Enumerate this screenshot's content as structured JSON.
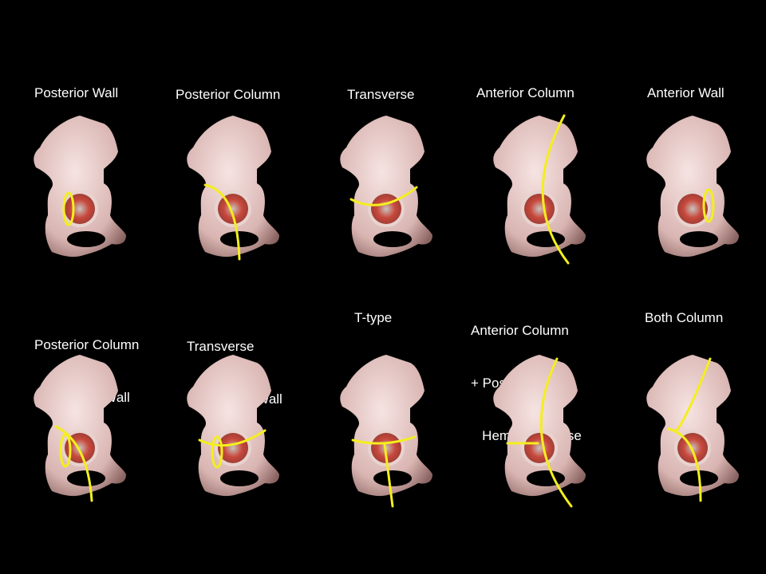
{
  "title_color": "#ffffff",
  "fracture_line_color": "#f4ee1e",
  "panels": [
    {
      "label": "Posterior Wall"
    },
    {
      "label": "Posterior Column"
    },
    {
      "label": "Transverse"
    },
    {
      "label": "Anterior Column"
    },
    {
      "label": "Anterior Wall"
    },
    {
      "label_lines": [
        "Posterior Column",
        "+ Posterior Wall"
      ]
    },
    {
      "label_lines": [
        "Transverse",
        "+ Posterior Wall"
      ]
    },
    {
      "label": "T-type"
    },
    {
      "label_lines": [
        "Anterior Column",
        "+ Posterior",
        "   Hemi-transverse"
      ]
    },
    {
      "label": "Both Column"
    }
  ]
}
